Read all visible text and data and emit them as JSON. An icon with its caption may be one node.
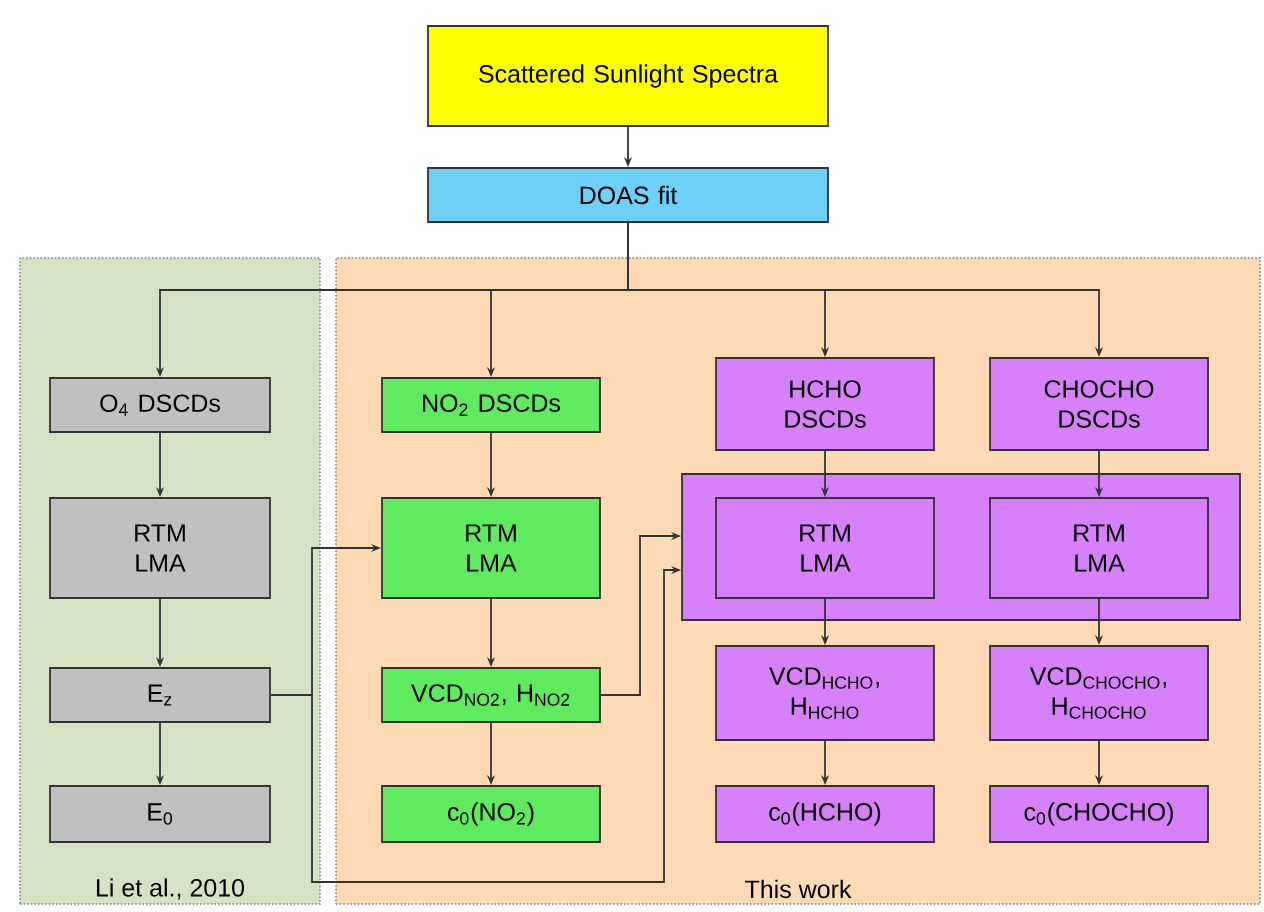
{
  "diagram": {
    "nodes": [
      {
        "text": [
          "Scattered Sunlight Spectra"
        ]
      },
      {
        "text": [
          "DOAS fit"
        ]
      },
      {
        "text": [
          "Li et al., 2010"
        ]
      },
      {
        "text": [
          "This work"
        ]
      },
      {
        "text": [
          "O$_{4}$ DSCDs"
        ],
        "in": 2
      },
      {
        "text": [
          "RTM LMA"
        ],
        "in": 2
      },
      {
        "text": [
          "E$_{z}$"
        ],
        "in": 2
      },
      {
        "text": [
          "E$_{0}$"
        ],
        "in": 2
      },
      {
        "text": [
          "NO$_{2}$ DSCDs"
        ],
        "in": 3
      },
      {
        "text": [
          "RTM LMA"
        ],
        "in": 3
      },
      {
        "text": [
          "VCD$_{NO2}$, H$_{NO2}$"
        ],
        "in": 3
      },
      {
        "text": [
          "c$_{0}$(NO$_{2}$)"
        ],
        "in": 3
      },
      {
        "text": [
          "HCHO DSCDs"
        ],
        "in": 3
      },
      {
        "text": [
          "CHOCHO DSCDs"
        ],
        "in": 3
      },
      {
        "text": [],
        "shape": "box",
        "in": 3
      },
      {
        "text": [
          "RTM LMA"
        ],
        "in": 14
      },
      {
        "text": [
          "RTM LMA"
        ],
        "in": 14
      },
      {
        "text": [
          "VCD$_{HCHO}$, H$_{HCHO}$"
        ],
        "in": 3
      },
      {
        "text": [
          "VCD$_{CHOCHO}$, H$_{CHOCHO}$"
        ],
        "in": 3
      },
      {
        "text": [
          "c$_{0}$(HCHO)"
        ],
        "in": 3
      },
      {
        "text": [
          "c$_{0}$(CHOCHO)"
        ],
        "in": 3
      }
    ],
    "edges": [
      {
        "from": 0,
        "to": 1,
        "arrow": "to"
      },
      {
        "from": 1,
        "to": 4,
        "arrow": "to"
      },
      {
        "from": 1,
        "to": 8,
        "arrow": "to"
      },
      {
        "from": 1,
        "to": 12,
        "arrow": "to"
      },
      {
        "from": 1,
        "to": 13,
        "arrow": "to"
      },
      {
        "from": 4,
        "to": 5,
        "arrow": "to"
      },
      {
        "from": 5,
        "to": 6,
        "arrow": "to"
      },
      {
        "from": 6,
        "to": 7,
        "arrow": "to"
      },
      {
        "from": 8,
        "to": 9,
        "arrow": "to"
      },
      {
        "from": 9,
        "to": 10,
        "arrow": "to"
      },
      {
        "from": 10,
        "to": 11,
        "arrow": "to"
      },
      {
        "from": 12,
        "to": 15,
        "arrow": "to"
      },
      {
        "from": 13,
        "to": 16,
        "arrow": "to"
      },
      {
        "from": 15,
        "to": 17,
        "arrow": "to"
      },
      {
        "from": 16,
        "to": 18,
        "arrow": "to"
      },
      {
        "from": 17,
        "to": 19,
        "arrow": "to"
      },
      {
        "from": 18,
        "to": 20,
        "arrow": "to"
      },
      {
        "from": 6,
        "to": 9,
        "arrow": "to"
      },
      {
        "from": 6,
        "to": 14,
        "arrow": "to"
      },
      {
        "from": 10,
        "to": 14,
        "arrow": "to"
      }
    ]
  }
}
